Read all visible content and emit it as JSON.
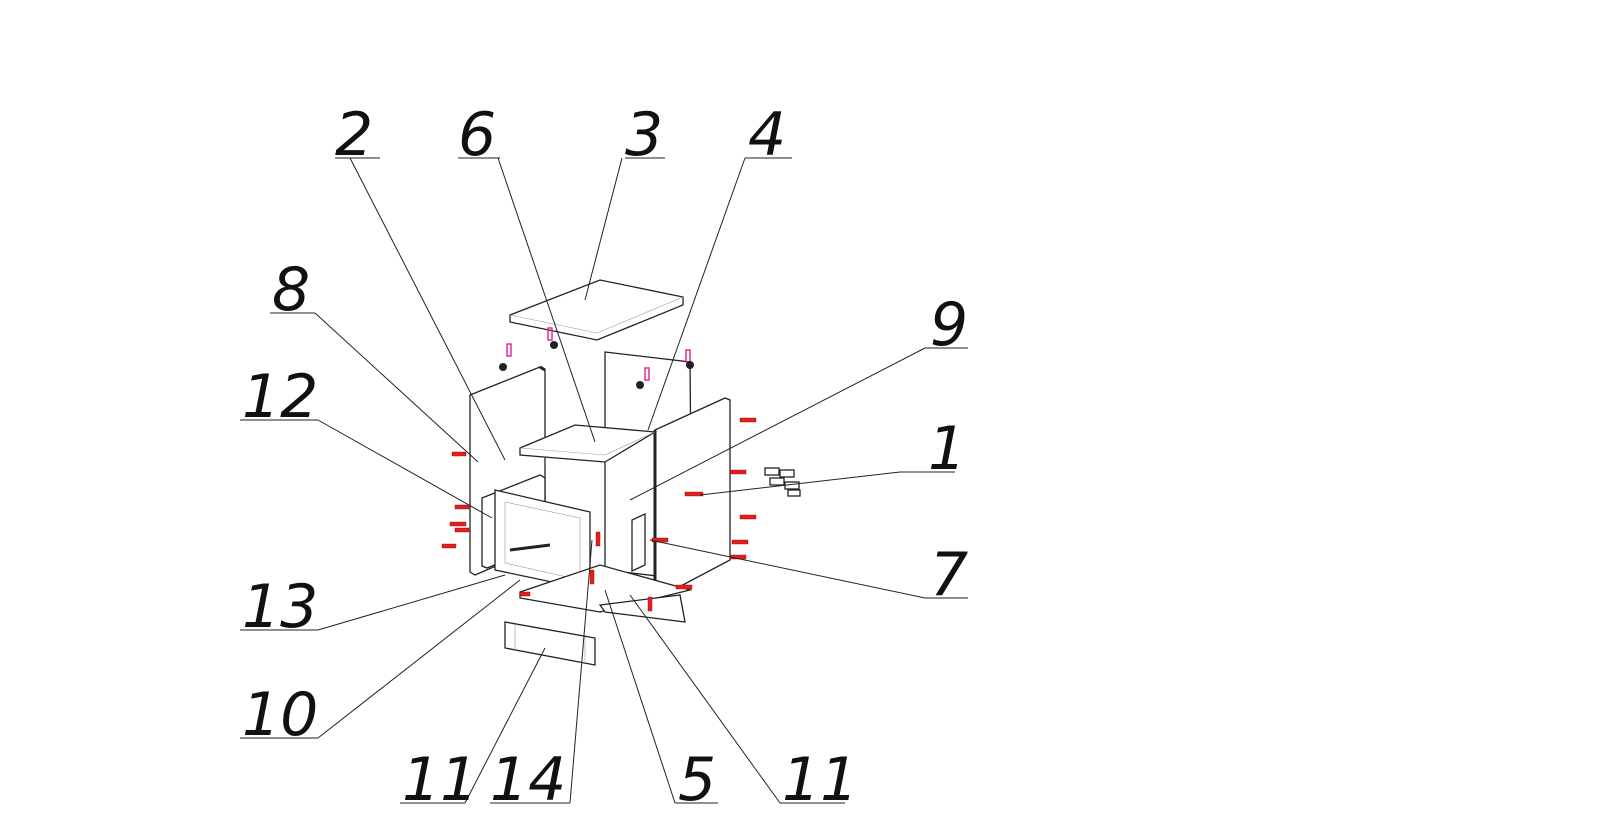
{
  "diagram": {
    "type": "exploded-assembly-drawing",
    "callouts": [
      {
        "id": "c2",
        "label": "2"
      },
      {
        "id": "c6",
        "label": "6"
      },
      {
        "id": "c3",
        "label": "3"
      },
      {
        "id": "c4",
        "label": "4"
      },
      {
        "id": "c8",
        "label": "8"
      },
      {
        "id": "c9",
        "label": "9"
      },
      {
        "id": "c12",
        "label": "12"
      },
      {
        "id": "c1",
        "label": "1"
      },
      {
        "id": "c7",
        "label": "7"
      },
      {
        "id": "c13",
        "label": "13"
      },
      {
        "id": "c10",
        "label": "10"
      },
      {
        "id": "c11a",
        "label": "11"
      },
      {
        "id": "c14",
        "label": "14"
      },
      {
        "id": "c5",
        "label": "5"
      },
      {
        "id": "c11b",
        "label": "11"
      }
    ],
    "colors": {
      "line": "#222222",
      "fastener": "#e02020",
      "dowel": "#e0208a"
    }
  }
}
